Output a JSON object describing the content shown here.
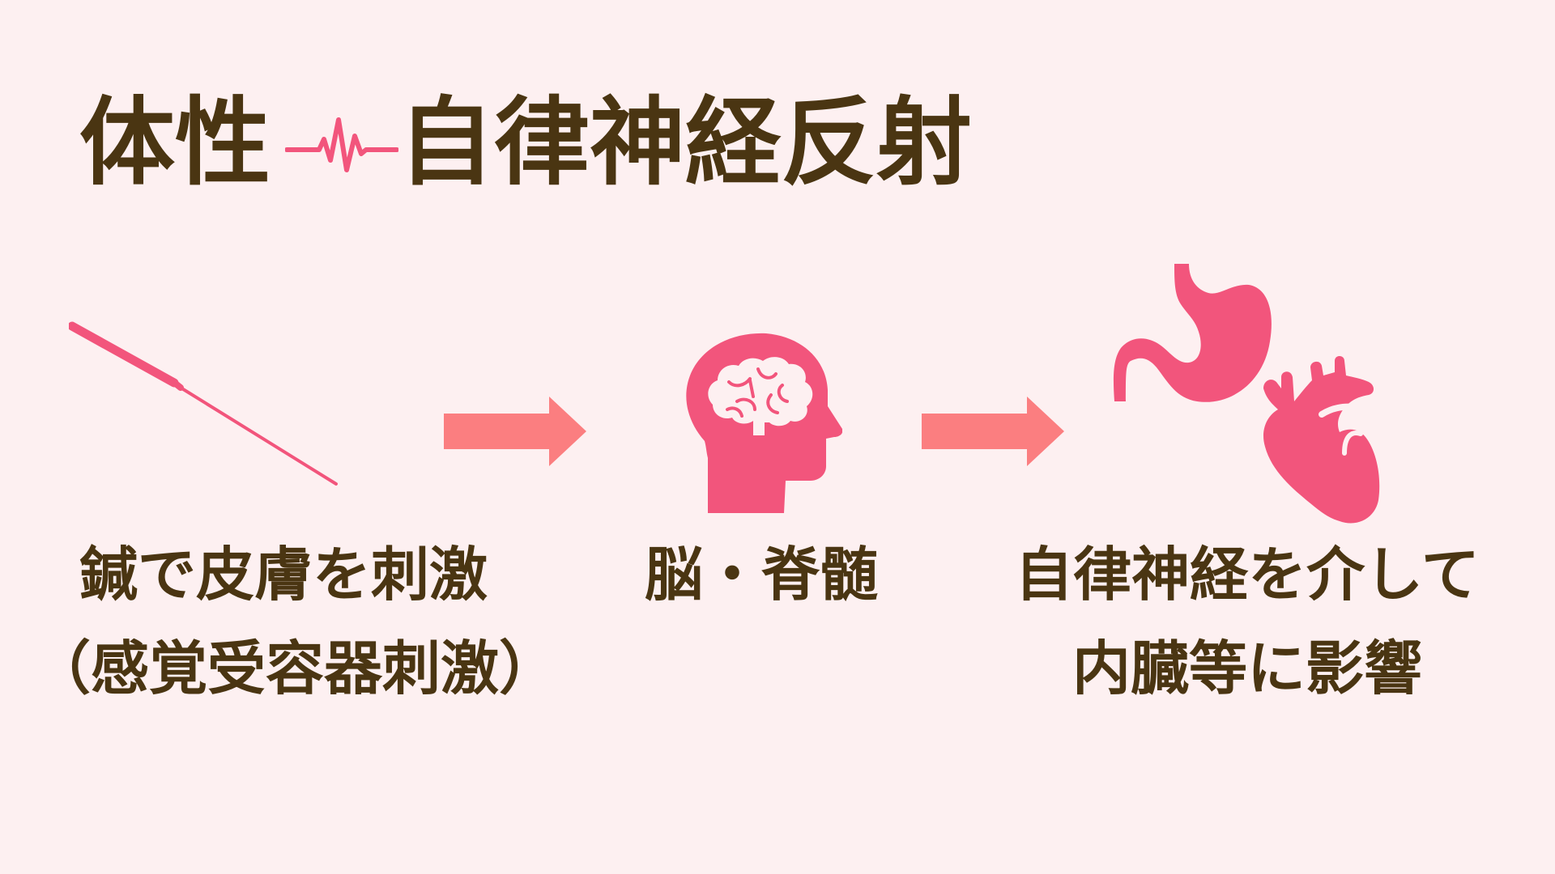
{
  "title": {
    "left": "体性",
    "right": "自律神経反射"
  },
  "steps": [
    {
      "lines": [
        "鍼で皮膚を刺激",
        "（感覚受容器刺激）"
      ]
    },
    {
      "lines": [
        "脳・脊髄"
      ]
    },
    {
      "lines": [
        "自律神経を介して",
        "内臓等に影響"
      ]
    }
  ],
  "icons": {
    "needle": "acupuncture-needle-icon",
    "brain": "brain-head-icon",
    "stomach": "stomach-icon",
    "heart": "heart-icon",
    "arrow": "arrow-right-icon",
    "wave": "heartbeat-wave-icon"
  },
  "colors": {
    "background": "#fdf0f1",
    "text": "#4a3512",
    "accent": "#f2557c",
    "arrow": "#fb7e80"
  }
}
